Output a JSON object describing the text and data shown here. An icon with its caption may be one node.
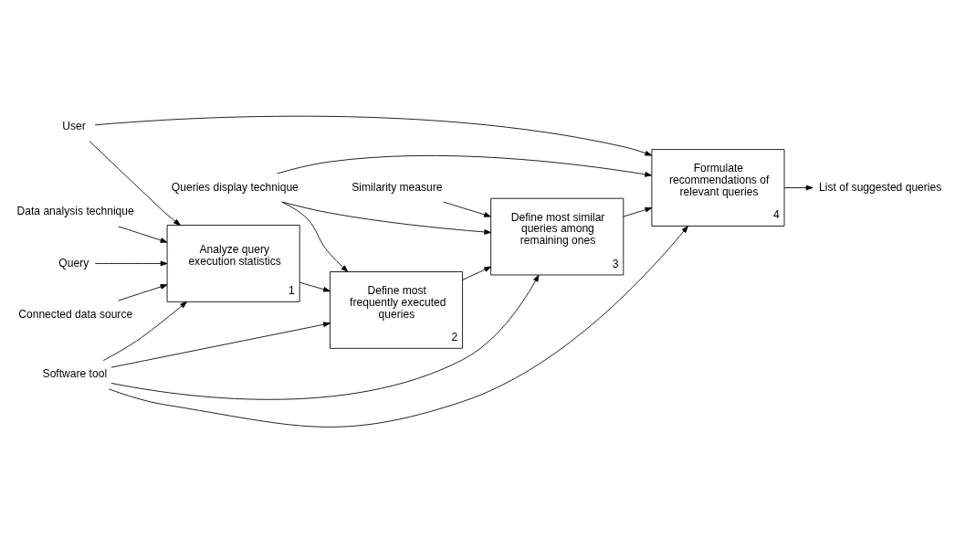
{
  "diagram": {
    "nodes": [
      {
        "text": [
          "Data analysis technique"
        ]
      },
      {
        "text": [
          "Similarity measure"
        ]
      },
      {
        "text": [
          "Queries display technique"
        ]
      },
      {
        "text": [
          "Query"
        ]
      },
      {
        "text": [
          "Connected data source"
        ]
      },
      {
        "text": [
          "Analyze query execution statistics",
          "1"
        ]
      },
      {
        "text": [
          "Define most frequently executed queries",
          "2"
        ]
      },
      {
        "text": [
          "Define most similar queries among remaining ones",
          "3"
        ]
      },
      {
        "text": [
          "Formulate recommendations of relevant queries",
          "4"
        ]
      },
      {
        "text": [
          "List of suggested queries"
        ]
      },
      {
        "text": [
          "User"
        ]
      },
      {
        "text": [
          "Software tool"
        ]
      }
    ],
    "edges": [
      {
        "from": 0,
        "to": 5,
        "arrow": "to"
      },
      {
        "from": 3,
        "to": 5,
        "arrow": "to"
      },
      {
        "from": 4,
        "to": 5,
        "arrow": "to"
      },
      {
        "from": 5,
        "to": 6,
        "arrow": "to"
      },
      {
        "from": 6,
        "to": 7,
        "arrow": "to"
      },
      {
        "from": 7,
        "to": 8,
        "arrow": "to"
      },
      {
        "from": 8,
        "to": 9,
        "arrow": "to"
      },
      {
        "from": 1,
        "to": 7,
        "arrow": "to"
      },
      {
        "from": 2,
        "to": 6,
        "arrow": "to"
      },
      {
        "from": 2,
        "to": 7,
        "arrow": "to"
      },
      {
        "from": 2,
        "to": 8,
        "arrow": "to"
      },
      {
        "from": 10,
        "to": 5,
        "arrow": "to"
      },
      {
        "from": 10,
        "to": 8,
        "arrow": "to"
      },
      {
        "from": 11,
        "to": 5,
        "arrow": "to"
      },
      {
        "from": 11,
        "to": 6,
        "arrow": "to"
      },
      {
        "from": 11,
        "to": 7,
        "arrow": "to"
      },
      {
        "from": 11,
        "to": 8,
        "arrow": "to"
      }
    ]
  }
}
